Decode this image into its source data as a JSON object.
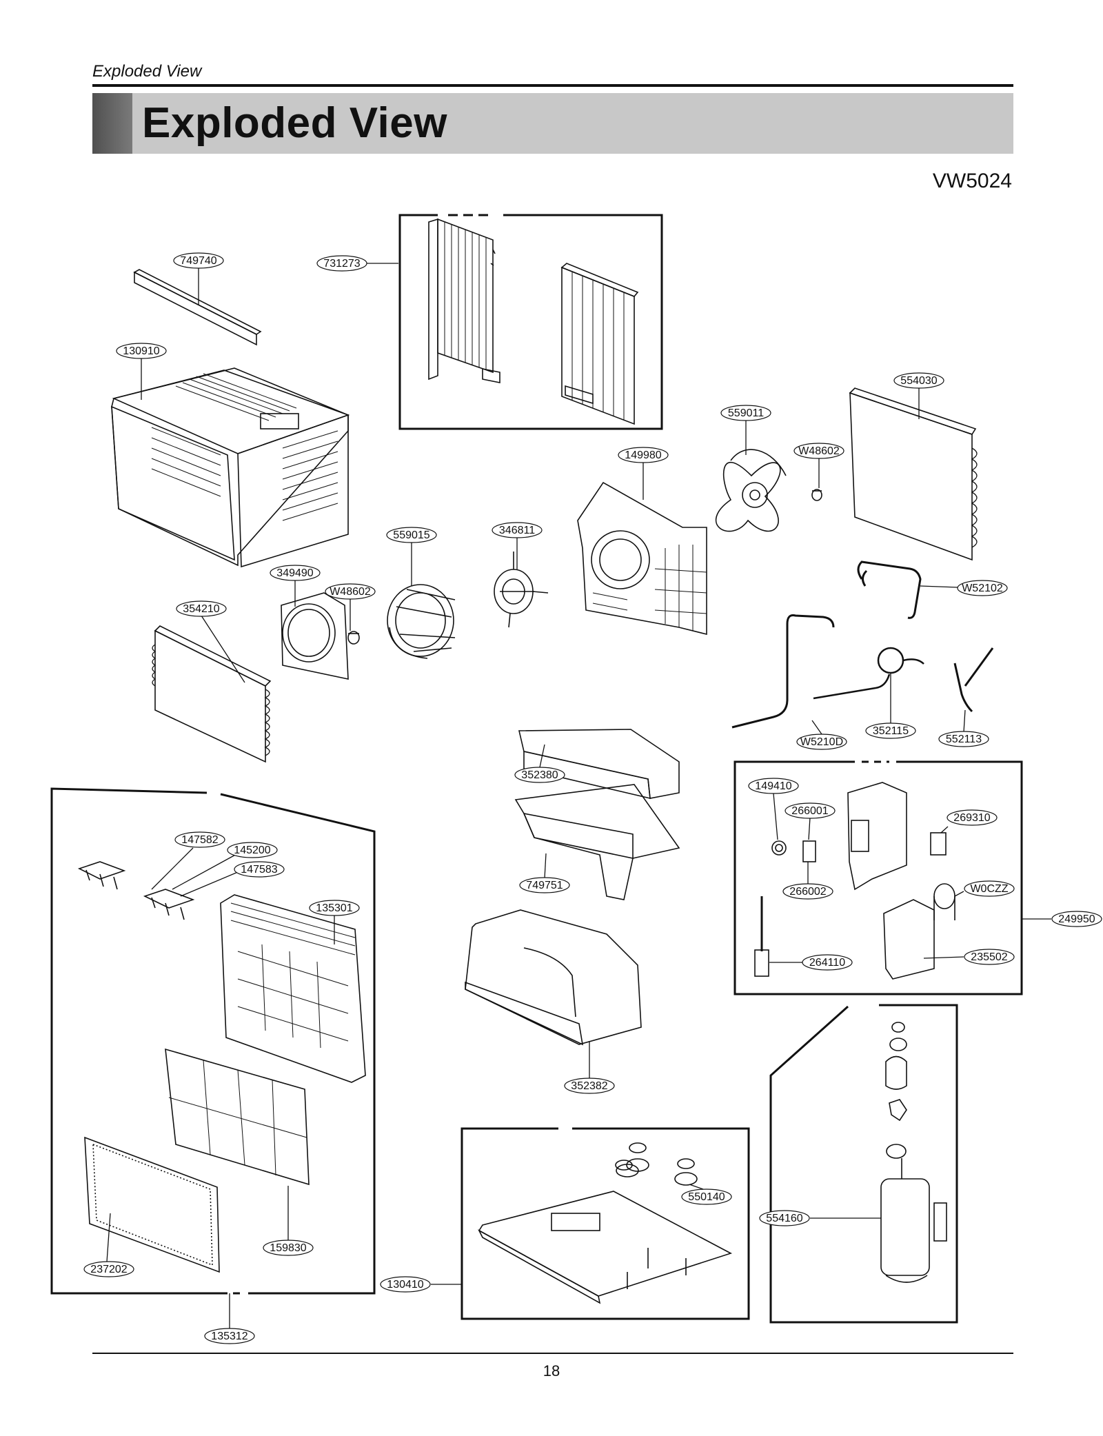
{
  "header": {
    "running_head": "Exploded View",
    "title": "Exploded View"
  },
  "model": "VW5024",
  "footer": {
    "page_number": "18"
  },
  "labels": [
    {
      "id": "l1",
      "text": "749740"
    },
    {
      "id": "l2",
      "text": "731273"
    },
    {
      "id": "l3",
      "text": "130910"
    },
    {
      "id": "l4",
      "text": "554030"
    },
    {
      "id": "l5",
      "text": "559011"
    },
    {
      "id": "l6",
      "text": "W48602"
    },
    {
      "id": "l7",
      "text": "149980"
    },
    {
      "id": "l8",
      "text": "559015"
    },
    {
      "id": "l9",
      "text": "346811"
    },
    {
      "id": "l10",
      "text": "349490"
    },
    {
      "id": "l11",
      "text": "W48602"
    },
    {
      "id": "l12",
      "text": "354210"
    },
    {
      "id": "l13",
      "text": "W52102"
    },
    {
      "id": "l14",
      "text": "W5210D"
    },
    {
      "id": "l15",
      "text": "352115"
    },
    {
      "id": "l16",
      "text": "552113"
    },
    {
      "id": "l17",
      "text": "352380"
    },
    {
      "id": "l18",
      "text": "149410"
    },
    {
      "id": "l19",
      "text": "266001"
    },
    {
      "id": "l20",
      "text": "269310"
    },
    {
      "id": "l21",
      "text": "147582"
    },
    {
      "id": "l22",
      "text": "145200"
    },
    {
      "id": "l23",
      "text": "147583"
    },
    {
      "id": "l24",
      "text": "749751"
    },
    {
      "id": "l25",
      "text": "266002"
    },
    {
      "id": "l26",
      "text": "W0CZZ"
    },
    {
      "id": "l27",
      "text": "249950"
    },
    {
      "id": "l28",
      "text": "135301"
    },
    {
      "id": "l29",
      "text": "264110"
    },
    {
      "id": "l30",
      "text": "235502"
    },
    {
      "id": "l31",
      "text": "352382"
    },
    {
      "id": "l32",
      "text": "550140"
    },
    {
      "id": "l33",
      "text": "554160"
    },
    {
      "id": "l34",
      "text": "159830"
    },
    {
      "id": "l35",
      "text": "237202"
    },
    {
      "id": "l36",
      "text": "130410"
    },
    {
      "id": "l37",
      "text": "135312"
    }
  ]
}
